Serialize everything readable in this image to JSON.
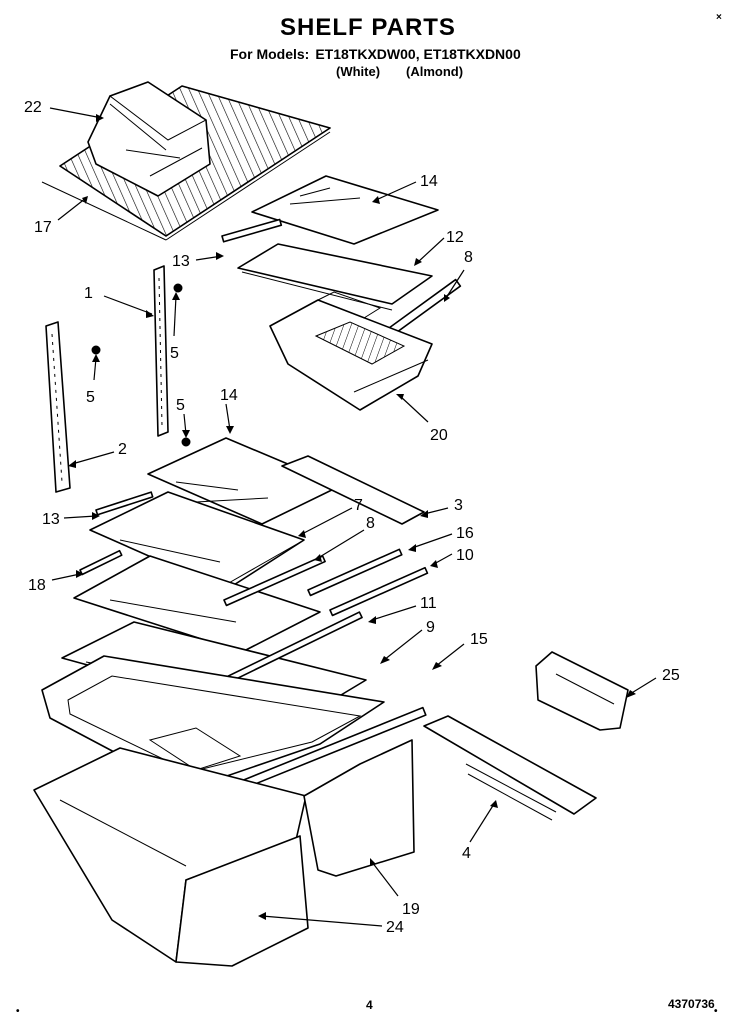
{
  "header": {
    "title": "SHELF PARTS",
    "models_label": "For Models:",
    "models": "ET18TKXDW00, ET18TKXDN00",
    "finish_white": "(White)",
    "finish_almond": "(Almond)"
  },
  "footer": {
    "page_number": "4",
    "document_number": "4370736"
  },
  "callouts": {
    "c22": "22",
    "c17": "17",
    "c14a": "14",
    "c12": "12",
    "c13a": "13",
    "c8a": "8",
    "c1": "1",
    "c5a": "5",
    "c5b": "5",
    "c5c": "5",
    "c20": "20",
    "c14b": "14",
    "c2": "2",
    "c3": "3",
    "c7": "7",
    "c8b": "8",
    "c13b": "13",
    "c16": "16",
    "c10": "10",
    "c18": "18",
    "c11": "11",
    "c9": "9",
    "c15": "15",
    "c25": "25",
    "c4": "4",
    "c19": "19",
    "c24": "24"
  },
  "corner_marks": {
    "top_right": "×",
    "bottom_left": "•",
    "bottom_right": "•"
  }
}
